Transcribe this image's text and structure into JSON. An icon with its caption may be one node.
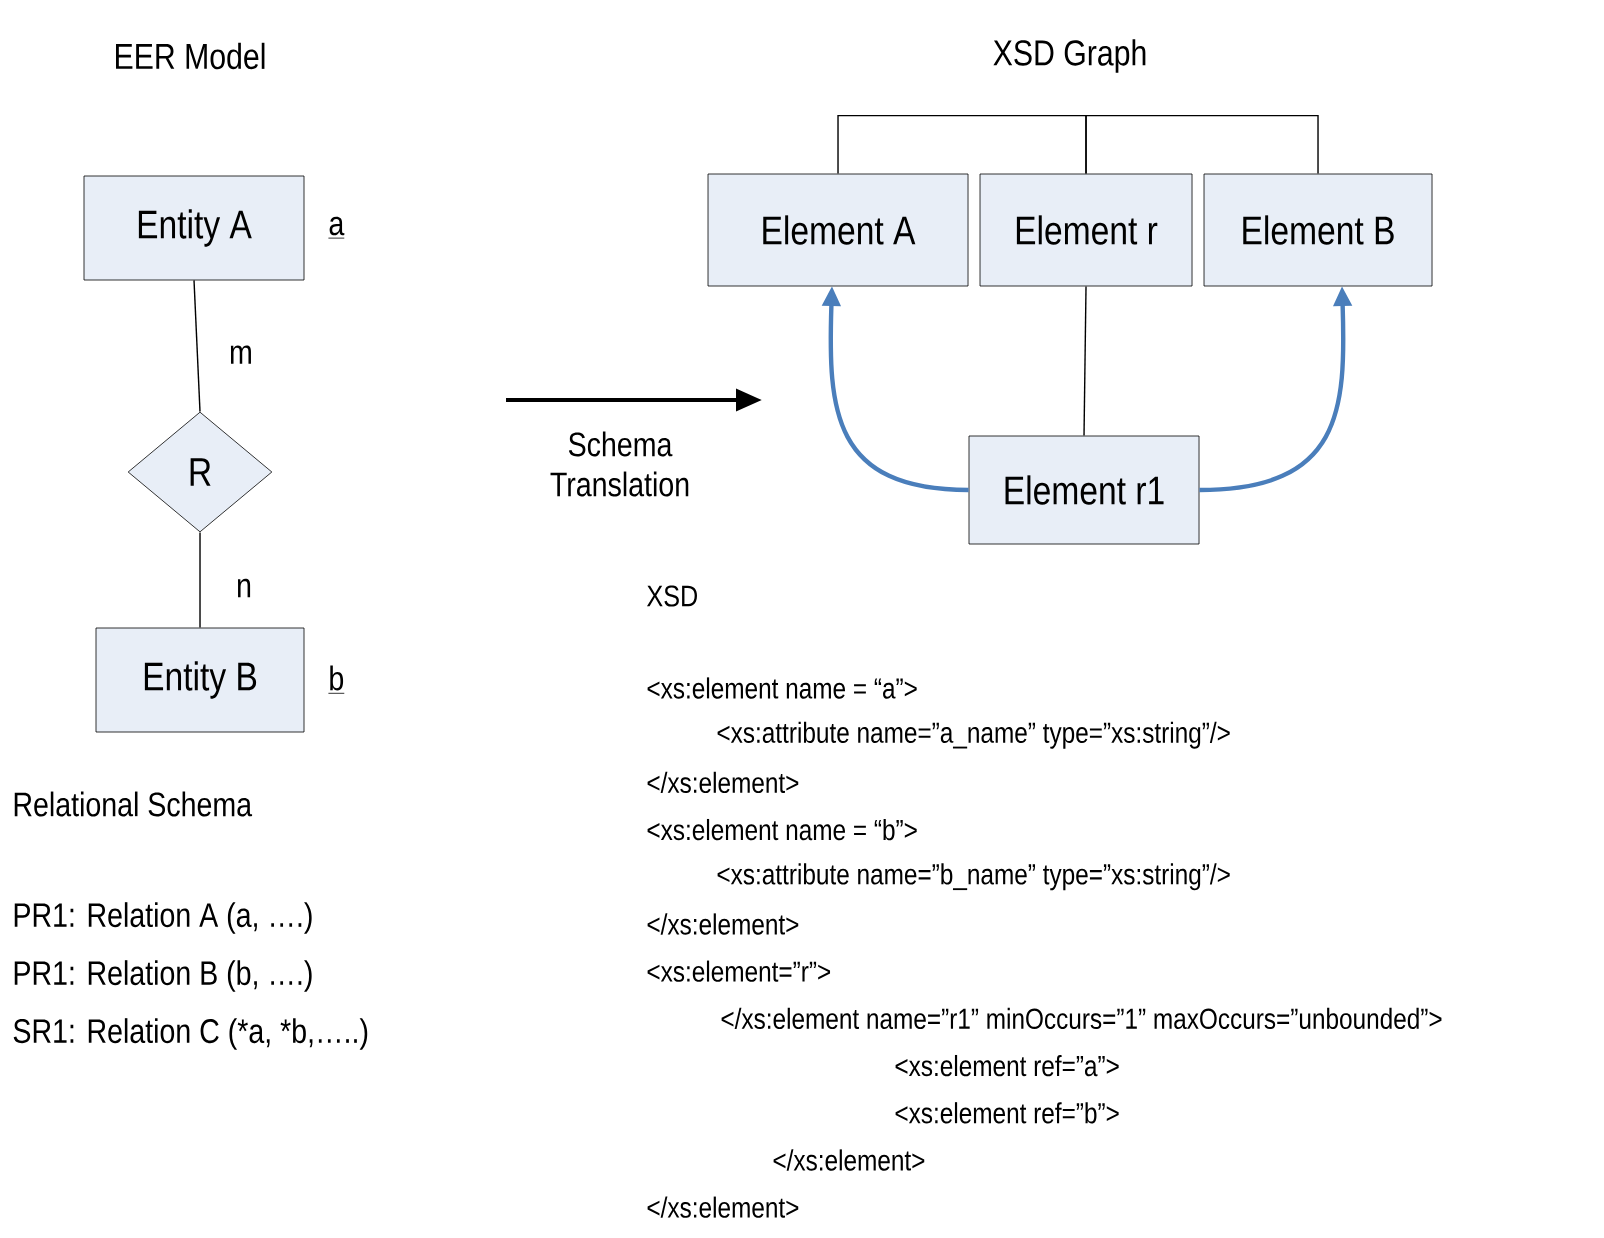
{
  "diagram": {
    "nodes": [
      {
        "text": [
          "Entity A"
        ],
        "beside": [
          "a"
        ]
      },
      {
        "text": [
          "R"
        ]
      },
      {
        "text": [
          "Entity B"
        ],
        "beside": [
          "b"
        ]
      },
      {
        "text": [
          "Element A"
        ]
      },
      {
        "text": [
          "Element r"
        ]
      },
      {
        "text": [
          "Element B"
        ]
      },
      {
        "text": [
          "Element r1"
        ]
      }
    ],
    "edges": [
      {
        "from": 0,
        "to": 1,
        "arrow": "none",
        "label": "m"
      },
      {
        "from": 1,
        "to": 2,
        "arrow": "none",
        "label": "n"
      },
      {
        "from": 4,
        "to": 3,
        "arrow": "none"
      },
      {
        "from": 4,
        "to": 5,
        "arrow": "none"
      },
      {
        "from": 6,
        "to": 4,
        "arrow": "none"
      },
      {
        "from": 6,
        "to": 3,
        "arrow": "to",
        "style": "thick",
        "color": "#4a7ebb"
      },
      {
        "from": 6,
        "to": 5,
        "arrow": "to",
        "style": "thick",
        "color": "#4a7ebb"
      }
    ],
    "labels": [
      "EER Model",
      "XSD Graph",
      "Schema Translation",
      "Relational Schema",
      "PR1: Relation A (a, ….)",
      "PR1: Relation B (b, ….)",
      "SR1: Relation C (*a, *b,…..)",
      "XSD",
      "<xs:element name = “a”>",
      "<xs:attribute name=”a_name” type=”xs:string”/>",
      "</xs:element>",
      "<xs:element name = “b”>",
      "<xs:attribute name=”b_name” type=”xs:string”/>",
      "</xs:element>",
      "<xs:element=”r”>",
      "</xs:element name=”r1” minOccurs=”1” maxOccurs=”unbounded”>",
      "<xs:element ref=”a”>",
      "<xs:element ref=”b”>",
      "</xs:element>",
      "</xs:element>"
    ]
  }
}
